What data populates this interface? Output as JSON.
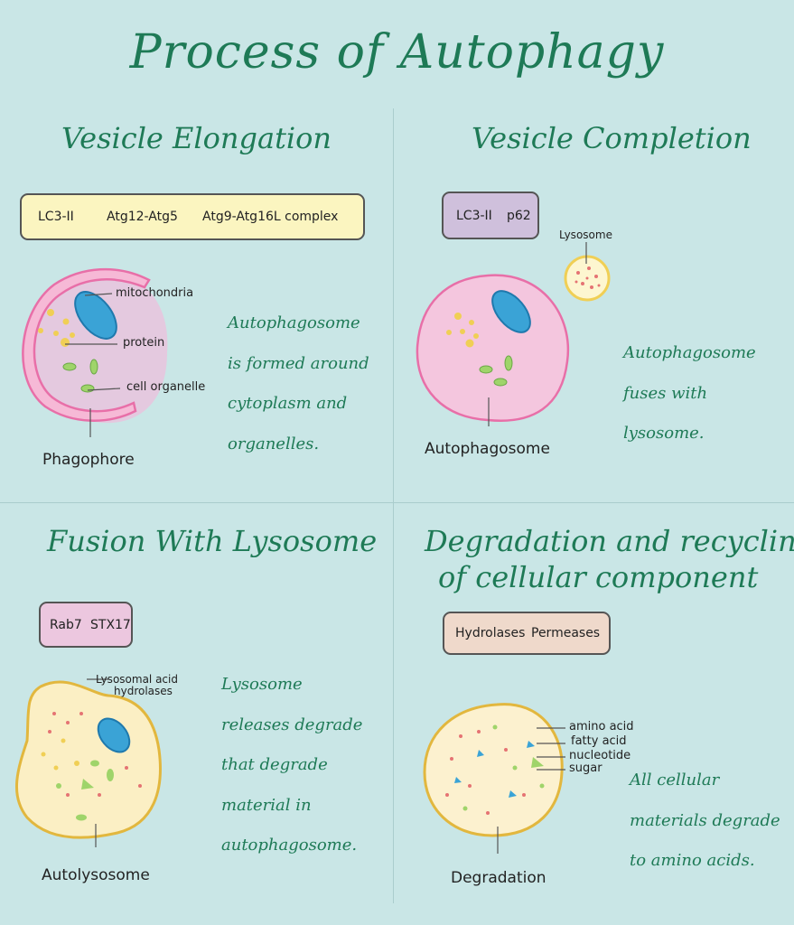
{
  "title": "Process of Autophagy",
  "panels": {
    "elongation": {
      "title": "Vesicle Elongation",
      "proteins": [
        "LC3-II",
        "Atg12-Atg5",
        "Atg9-Atg16L complex"
      ],
      "labels": {
        "mitochondria": "mitochondria",
        "protein": "protein",
        "organelle": "cell  organelle"
      },
      "caption": "Phagophore",
      "description": [
        "Autophagosome",
        "is formed around",
        "cytoplasm  and",
        "organelles."
      ]
    },
    "completion": {
      "title": "Vesicle Completion",
      "proteins": [
        "LC3-II",
        "p62"
      ],
      "labels": {
        "lysosome": "Lysosome"
      },
      "caption": "Autophagosome",
      "description": [
        "Autophagosome",
        "fuses  with",
        "lysosome."
      ]
    },
    "fusion": {
      "title": "Fusion With Lysosome",
      "proteins": [
        "Rab7",
        "STX17"
      ],
      "labels": {
        "hydrolases_1": "Lysosomal  acid",
        "hydrolases_2": "hydrolases"
      },
      "caption": "Autolysosome",
      "description": [
        "Lysosome",
        "releases  degrade",
        "that  degrade",
        "material  in",
        "autophagosome."
      ]
    },
    "degradation": {
      "title_line1": "Degradation and recycling",
      "title_line2": "of cellular component",
      "proteins": [
        "Hydrolases",
        "Permeases"
      ],
      "labels": {
        "amino_acid": "amino acid",
        "fatty_acid": "fatty acid",
        "nucleotide": "nucleotide",
        "sugar": "sugar"
      },
      "caption": "Degradation",
      "description": [
        "All cellular",
        "materials degrade",
        "to amino acids."
      ]
    }
  },
  "colors": {
    "background": "#c9e6e6",
    "title_green": "#1e7a56",
    "box_yellow": "#fbf5c0",
    "box_purple": "#cfc0dc",
    "box_pink": "#ecc7df",
    "box_peach": "#efd9cb",
    "membrane_pink": "#e86fa8",
    "mitochondria_blue": "#3aa3d6",
    "organelle_green": "#9fd46a",
    "lysosome_yellow": "#f0cf55"
  }
}
